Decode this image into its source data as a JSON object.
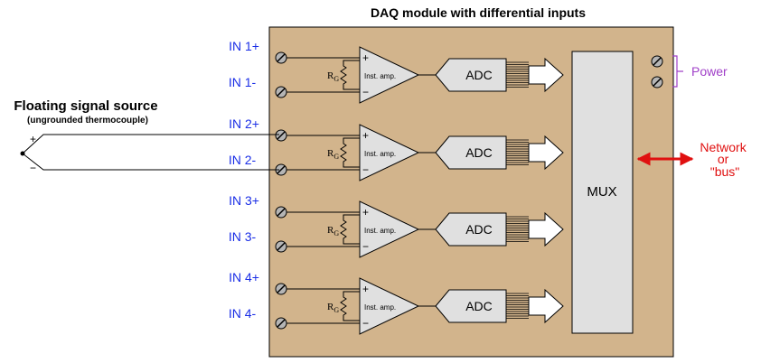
{
  "title": "DAQ module with differential inputs",
  "source": {
    "title": "Floating signal source",
    "subtitle": "(ungrounded thermocouple)",
    "plus": "+",
    "minus": "−"
  },
  "channels": [
    {
      "pos_label": "IN 1+",
      "neg_label": "IN 1-",
      "amp_label": "Inst. amp.",
      "adc_label": "ADC"
    },
    {
      "pos_label": "IN 2+",
      "neg_label": "IN 2-",
      "amp_label": "Inst. amp.",
      "adc_label": "ADC"
    },
    {
      "pos_label": "IN 3+",
      "neg_label": "IN 3-",
      "amp_label": "Inst. amp.",
      "adc_label": "ADC"
    },
    {
      "pos_label": "IN 4+",
      "neg_label": "IN 4-",
      "amp_label": "Inst. amp.",
      "adc_label": "ADC"
    }
  ],
  "rg_label": "R",
  "rg_sub": "G",
  "amp_plus": "+",
  "amp_minus": "−",
  "mux_label": "MUX",
  "power_label": "Power",
  "network_label": [
    "Network",
    "or",
    "\"bus\""
  ],
  "colors": {
    "module_fill": "#d2b48c",
    "component_fill": "#e0e0e0",
    "label_blue": "#1a2ee6",
    "power_purple": "#a040c8",
    "network_red": "#e01010"
  }
}
